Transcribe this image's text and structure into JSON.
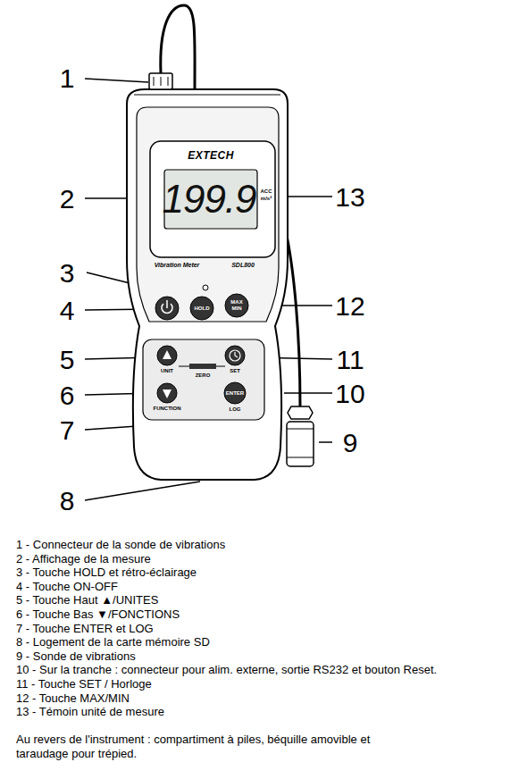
{
  "diagram": {
    "labels": [
      "1",
      "2",
      "13",
      "3",
      "4",
      "12",
      "5",
      "11",
      "6",
      "10",
      "7",
      "9",
      "8",
      "EXTECH",
      "199.9",
      "ACC",
      "m/s²",
      "Vibration Meter",
      "SDL800",
      "HOLD",
      "MAX MIN",
      "UNIT",
      "ZERO",
      "SET",
      "FUNCTION",
      "ENTER",
      "LOG",
      "1 - Connecteur de la sonde de vibrations",
      "2 - Affichage de la mesure",
      "3 - Touche HOLD et rétro-éclairage",
      "4 - Touche ON-OFF",
      "5 - Touche Haut ▲/UNITES",
      "6 - Touche Bas ▼/FONCTIONS",
      "7 - Touche ENTER et LOG",
      "8 - Logement de la carte mémoire SD",
      "9 - Sonde de vibrations",
      "10 - Sur la tranche : connecteur pour alim. externe, sortie RS232 et bouton Reset.",
      "11 - Touche SET / Horloge",
      "12 - Touche MAX/MIN",
      "13 - Témoin unité de mesure",
      "Au revers de l'instrument : compartiment à piles, béquille amovible et taraudage pour trépied."
    ]
  }
}
